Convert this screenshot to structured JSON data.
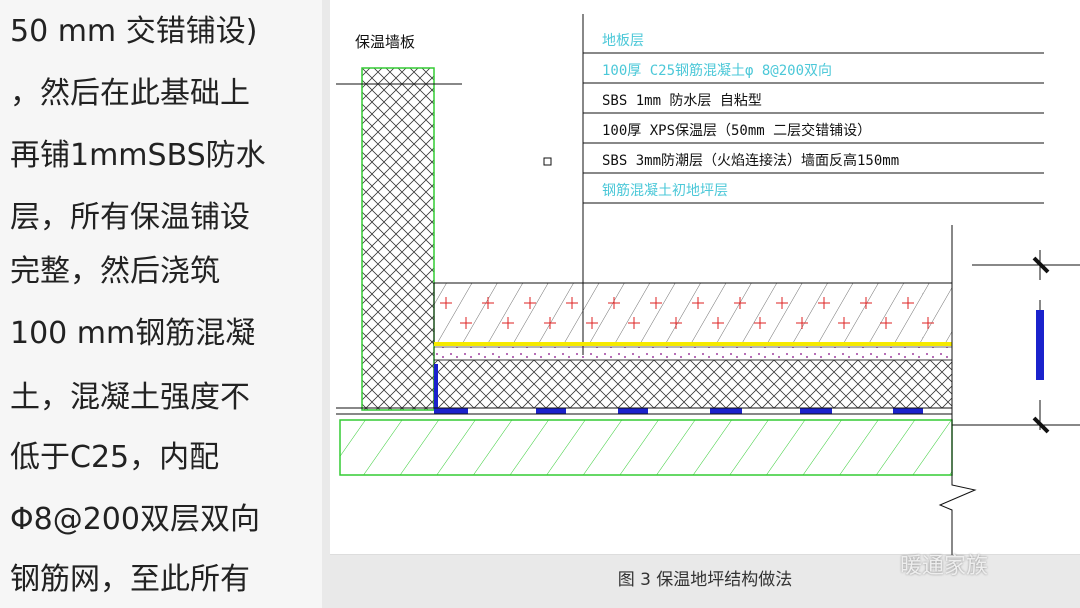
{
  "body_text": [
    "50 mm 交错铺设)",
    "，然后在此基础上",
    "再铺1mmSBS防水",
    "层，所有保温铺设",
    "完整，然后浇筑",
    "100 mm钢筋混凝",
    "土，混凝土强度不",
    "低于C25，内配",
    "Φ8@200双层双向",
    "钢筋网，至此所有"
  ],
  "figure": {
    "wall_label": "保温墙板",
    "layers": [
      {
        "text": "地板层",
        "color": "#4cc8d8"
      },
      {
        "text": "100厚  C25钢筋混凝土φ 8@200双向",
        "color": "#4cc8d8"
      },
      {
        "text": "SBS     1mm 防水层 自粘型",
        "color": "#111111"
      },
      {
        "text": "100厚 XPS保温层（50mm 二层交错铺设）",
        "color": "#111111"
      },
      {
        "text": "SBS     3mm防潮层（火焰连接法）墙面反高150mm",
        "color": "#111111"
      },
      {
        "text": "钢筋混凝土初地坪层",
        "color": "#4cc8d8"
      }
    ],
    "caption": "图 3 保温地坪结构做法"
  },
  "watermark": "暖通家族"
}
